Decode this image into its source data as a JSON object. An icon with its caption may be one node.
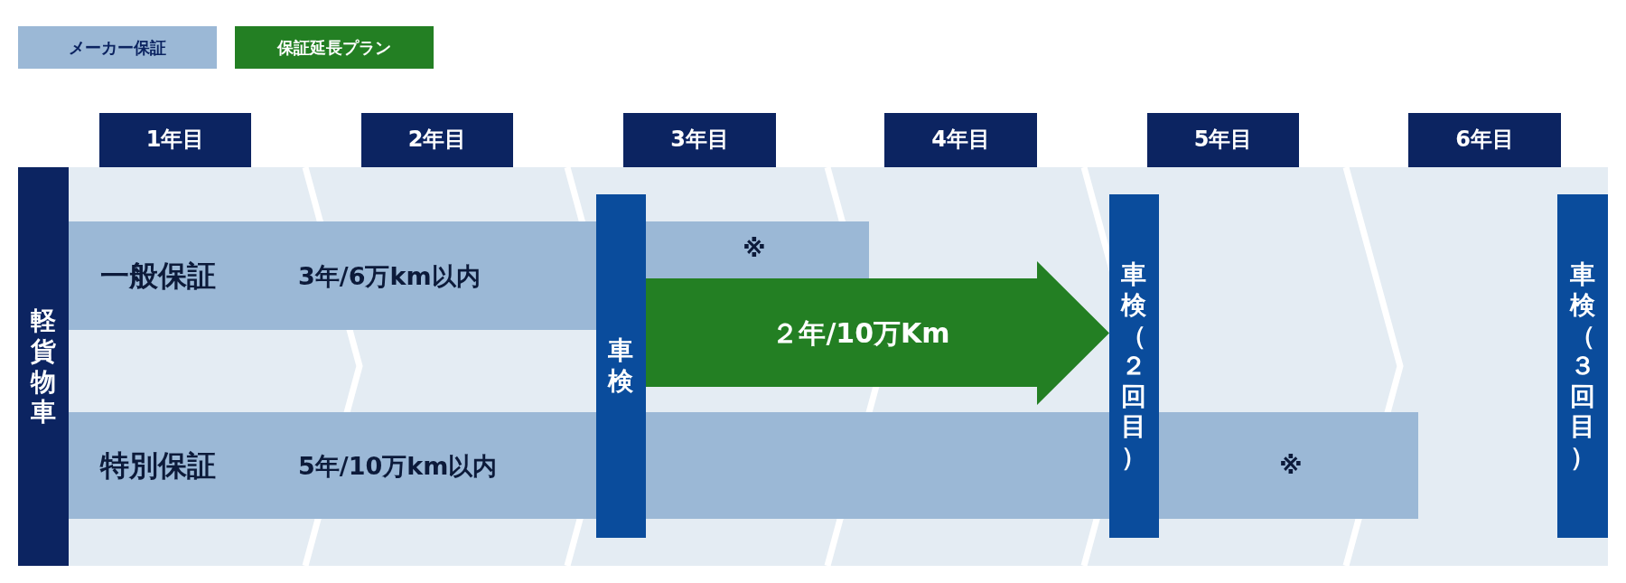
{
  "diagram": {
    "nodes": [
      {
        "text": [
          "1年目"
        ]
      },
      {
        "text": [
          "2年目"
        ]
      },
      {
        "text": [
          "3年目"
        ]
      },
      {
        "text": [
          "4年目"
        ]
      },
      {
        "text": [
          "5年目"
        ]
      },
      {
        "text": [
          "6年目"
        ]
      },
      {
        "text": [
          "軽貨物車"
        ]
      },
      {
        "text": [
          "一般保証",
          "3年/6万km以内",
          "※"
        ]
      },
      {
        "text": [
          "車検"
        ]
      },
      {
        "text": [
          "２年/10万Km"
        ]
      },
      {
        "text": [
          "車検（２回目）"
        ]
      },
      {
        "text": [
          "特別保証",
          "5年/10万km以内",
          "※"
        ]
      },
      {
        "text": [
          "車検（３回目）"
        ]
      }
    ],
    "legend": [
      {
        "text": "メーカー保証",
        "color": "#9bb8d6"
      },
      {
        "text": "保証延長プラン",
        "color": "#237f23"
      }
    ]
  }
}
